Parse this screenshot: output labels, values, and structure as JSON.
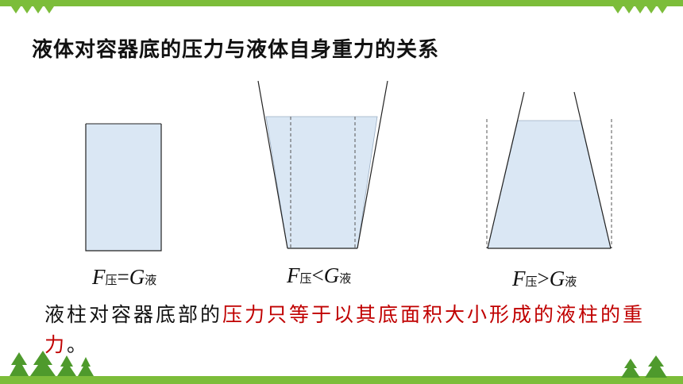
{
  "title": "液体对容器底的压力与液体自身重力的关系",
  "formulas": [
    {
      "f": "F",
      "f_sub": "压",
      "op": "=",
      "g": "G",
      "g_sub": "液"
    },
    {
      "f": "F",
      "f_sub": "压",
      "op": "<",
      "g": "G",
      "g_sub": "液"
    },
    {
      "f": "F",
      "f_sub": "压",
      "op": ">",
      "g": "G",
      "g_sub": "液"
    }
  ],
  "conclusion": {
    "plain": "液柱对容器底部的",
    "highlight": "压力只等于以其底面积大小形成的液柱的重力",
    "end": "。"
  },
  "colors": {
    "accent_green": "#7cbd3a",
    "liquid": "#dae7f4",
    "outline": "#222222",
    "highlight_red": "#c00000"
  }
}
